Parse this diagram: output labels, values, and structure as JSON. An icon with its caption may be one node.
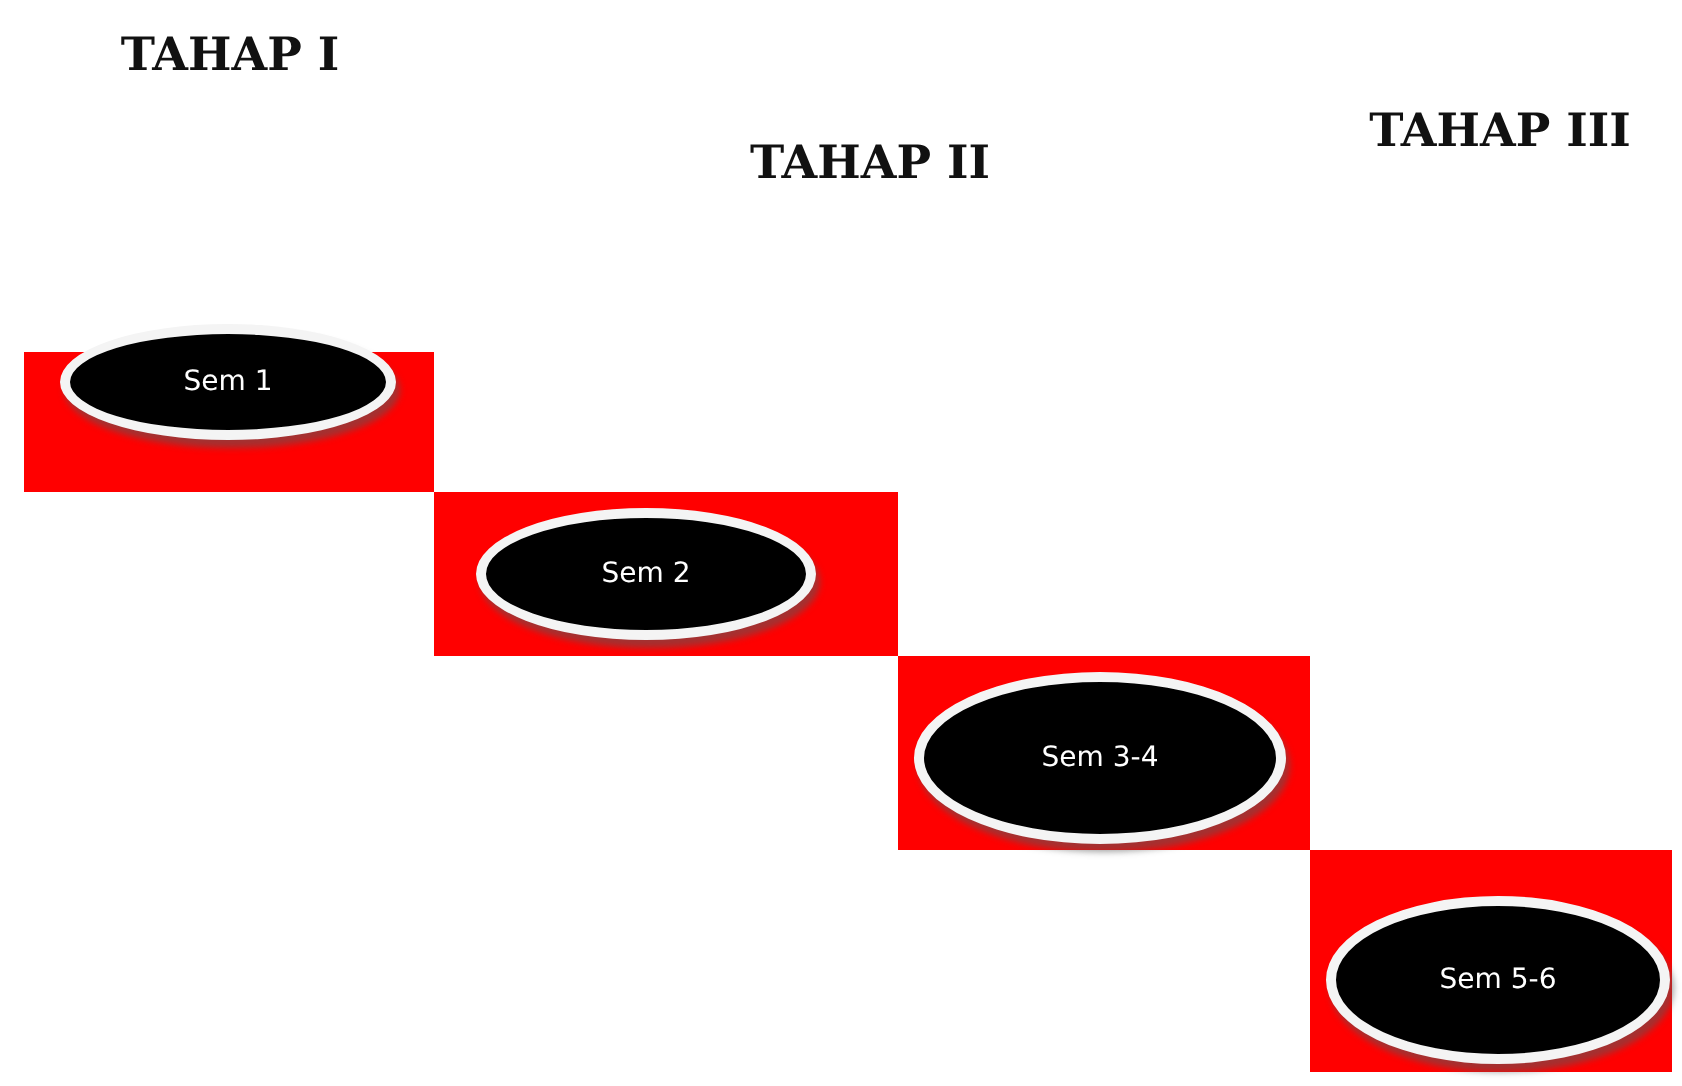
{
  "diagram": {
    "nodes": [
      {
        "text": [
          "Sem 1"
        ]
      },
      {
        "text": [
          "Sem 2"
        ]
      },
      {
        "text": [
          "Sem 3-4"
        ]
      },
      {
        "text": [
          "Sem 5-6"
        ]
      }
    ],
    "labels": [
      "TAHAP  I",
      "TAHAP II",
      "TAHAP III"
    ]
  }
}
